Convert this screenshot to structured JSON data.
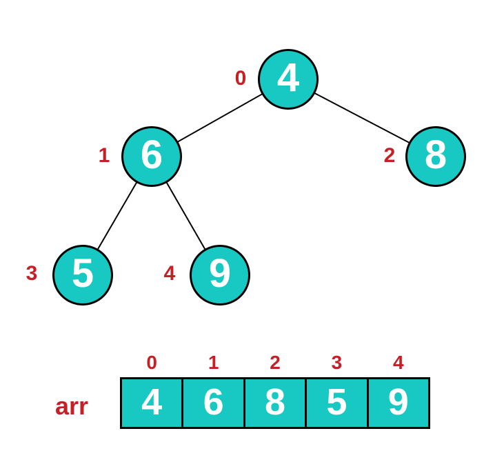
{
  "colors": {
    "node_fill": "#18C8C2",
    "index_red": "#C32127",
    "node_text": "#FFFFFF",
    "edge": "#000000"
  },
  "tree": {
    "nodes": [
      {
        "index": "0",
        "value": "4"
      },
      {
        "index": "1",
        "value": "6"
      },
      {
        "index": "2",
        "value": "8"
      },
      {
        "index": "3",
        "value": "5"
      },
      {
        "index": "4",
        "value": "9"
      }
    ],
    "edges": [
      [
        0,
        1
      ],
      [
        0,
        2
      ],
      [
        1,
        3
      ],
      [
        1,
        4
      ]
    ]
  },
  "array": {
    "label": "arr",
    "indices": [
      "0",
      "1",
      "2",
      "3",
      "4"
    ],
    "values": [
      "4",
      "6",
      "8",
      "5",
      "9"
    ]
  }
}
